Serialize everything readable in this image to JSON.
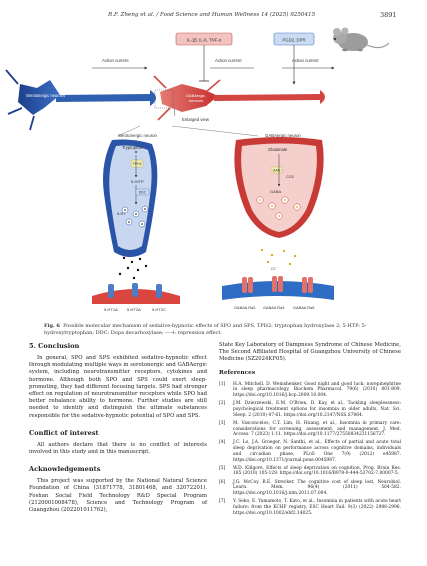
{
  "header": {
    "running_title": "R.F. Zheng et al. / Food Science and Human Wellness 14 (2025) 9250415",
    "page_number": "3891"
  },
  "figure": {
    "top_left": {
      "serotonergic_neurons": "Serotonergic neurons",
      "gabaergic_neurons": "GABAergic neurons",
      "action_current_left": "Action current",
      "action_current_right": "Action current",
      "cytokines": "IL-1β, IL-6, TNF-α",
      "drugs": "PGD2, DPR",
      "enlarged_view": "Enlarged view"
    },
    "left_panel": {
      "title": "Serotonergic neuron",
      "tryptophan": "Tryptophan",
      "tph2": "TPH2",
      "hitp": "5-HITP",
      "ddc": "DDC",
      "ht": "5-HT",
      "receptors": [
        "5-HT1A",
        "5-HT2A",
        "5-HT2C"
      ]
    },
    "right_panel": {
      "title": "GABAergic neuron",
      "glutamate": "Glutamate",
      "gad": "GAD",
      "co2": "CO2",
      "gaba": "GABA",
      "cl": "Cl⁻",
      "receptors": [
        "GABAA Ra2",
        "GABAA Ra3",
        "GABAA Ra5"
      ]
    }
  },
  "caption": {
    "label": "Fig. 6",
    "text": "Possible molecular mechanism of sedative-hypnotic effects of SPO and SPS. TPH2: tryptophan hydroxylase 2; 5-HTP: 5-hydroxytryptophan; DDC: Dopa decarboxylase; —⊣: repression effect."
  },
  "left_column": {
    "conclusion_title": "5. Conclusion",
    "conclusion_text": "In general, SPO and SPS exhibited sedative-hypnotic effect through modulating multiple ways in serotonergic and GABAergic system, including neurotransmitter receptors, cytokines and hormone. Although both SPO and SPS could exert sleep-promoting, they had different focusing targets. SPS had stronger effect on regulation of neurotransmitter receptors while SPO had better rebalance ability to hormone. Further studies are still needed to identify and distinguish the ultimate substances responsible for the sedative-hypnotic potential of SPO and SPS.",
    "conflict_title": "Conflict of interest",
    "conflict_text": "All authors declare that there is no conflict of interests involved in this study and in this manuscript.",
    "ack_title": "Acknowledgements",
    "ack_text": "This project was supported by the National Natural Science Foundation of China (31871778, 31801468, and 32072201). Foshan Social Field Technology R&D Special Program (2120001008478), Science and Technology Program of Guangzhou (202201011762),"
  },
  "right_column": {
    "cont_text": "State Key Laboratory of Dampness Syndrome of Chinese Medicine, The Second Affiliated Hospital of Guangzhou University of Chinese Medicine (SZ2024KF05).",
    "refs_title": "References",
    "refs": [
      {
        "n": "[1]",
        "t": "H.A. Mitchell, D. Weinshenker, Good night and good luck: norepinephrine in sleep pharmacology, Biochem Pharmacol. 79(6) (2010) 801-809. https://doi.org/10.1016/j.bcp.2009.10.004."
      },
      {
        "n": "[2]",
        "t": "J.M. Dzierzewski, E.M. O'Brien, D. Kay, et al., Tackling sleeplessness: psychological treatment options for insomnia in older adults, Nat. Sci. Sleep. 2 (2010) 47-61. https://doi.org/10.2147/NSS.S7064."
      },
      {
        "n": "[3]",
        "t": "M. Vasconcelos, C.T. Lim, H. Huang, et al., Insomnia in primary care: considerations for screening, assessment, and management, J. Med. Access. 7 (2023) 1-11. https://doi.org/10.1177/27550834231156727."
      },
      {
        "n": "[4]",
        "t": "J.C. Lo, J.A. Groeger, N. Santhi, et al., Effects of partial and acute total sleep deprivation on performance across cognitive domains, individuals and circadian phase, PLoS One 7(9) (2012) e45987. https://doi.org/10.1371/journal.pone.0045987."
      },
      {
        "n": "[5]",
        "t": "W.D. Killgore, Effects of sleep deprivation on cognition, Prog. Brain Res. 185 (2010) 105-129. https://doi.org/10.1016/B978-0-444-53702-7.00007-5."
      },
      {
        "n": "[6]",
        "t": "J.G. McCoy, R.E. Strecker, The cognitive cost of sleep lost, Neurobiol. Learn. Mem. 96(4) (2011) 564-582. https://doi.org/10.1016/j.nlm.2011.07.004."
      },
      {
        "n": "[7]",
        "t": "Y. Seko, E. Yamamoto, T. Kato, et al., Insomnia in patients with acute heart failure: from the KCHF registry, ESC Heart Fail. 9(3) (2022) 2988-2996. https://doi.org/10.1002/ehf2.14025."
      }
    ]
  },
  "colors": {
    "neuron_blue": "#1f4fa0",
    "neuron_red": "#d23f3f",
    "box_red": "#f2c3c0",
    "box_blue": "#c9dcf2",
    "membrane_blue": "#2f6cc4",
    "receptor_red": "#c33"
  }
}
